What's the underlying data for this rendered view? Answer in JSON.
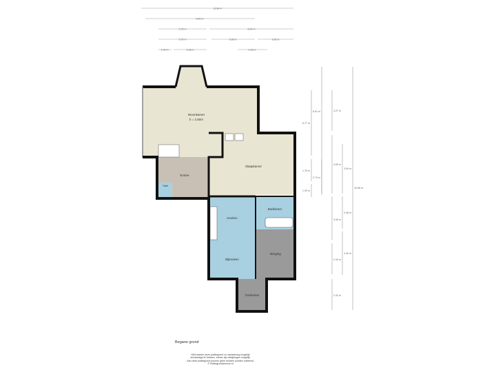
{
  "floor_title": "Begane grond",
  "disclaimer": [
    "Wij trachten deze plattegrond zo nauwkeurig mogelijk",
    "vervaardigd te hebben, echter zijn afwijkingen mogelijk.",
    "Aan deze plattegrond kunnen geen rechten worden ontleend.",
    "© Plattegrondservice.nl"
  ],
  "rooms": {
    "woonkamer": "Woonkamer",
    "woonkamer_height": "h = 2.50m",
    "slaapkamer": "Slaapkamer",
    "entree": "Entree",
    "toilet": "Toilet",
    "keuken": "Keuken",
    "badkamer": "Badkamer",
    "bijkeuken": "Bijkeuken",
    "berging": "Berging",
    "tuinkamer": "Tuinkamer"
  },
  "dimensions_top": [
    "11.84 m",
    "8.40 m",
    "3.75 m",
    "6.40 m",
    "3.75 m",
    "3.38 m",
    "2.82 m",
    "1.04 m",
    "2.36 m",
    "2.26 m"
  ],
  "dimensions_right": [
    "6.51 m",
    "5.77 m",
    "3.27 m",
    "4.59 m",
    "1.76 m",
    "2.73 m",
    "1.09 m",
    "3.90 m",
    "3.45 m",
    "2.48 m",
    "2.44 m",
    "3.40 m",
    "2.34 m",
    "10.66 m"
  ],
  "colors": {
    "living": "#e9e5d3",
    "entree": "#c9c0b5",
    "wet": "#a9d0e0",
    "storage": "#9a9a9a",
    "wall": "#111111"
  }
}
